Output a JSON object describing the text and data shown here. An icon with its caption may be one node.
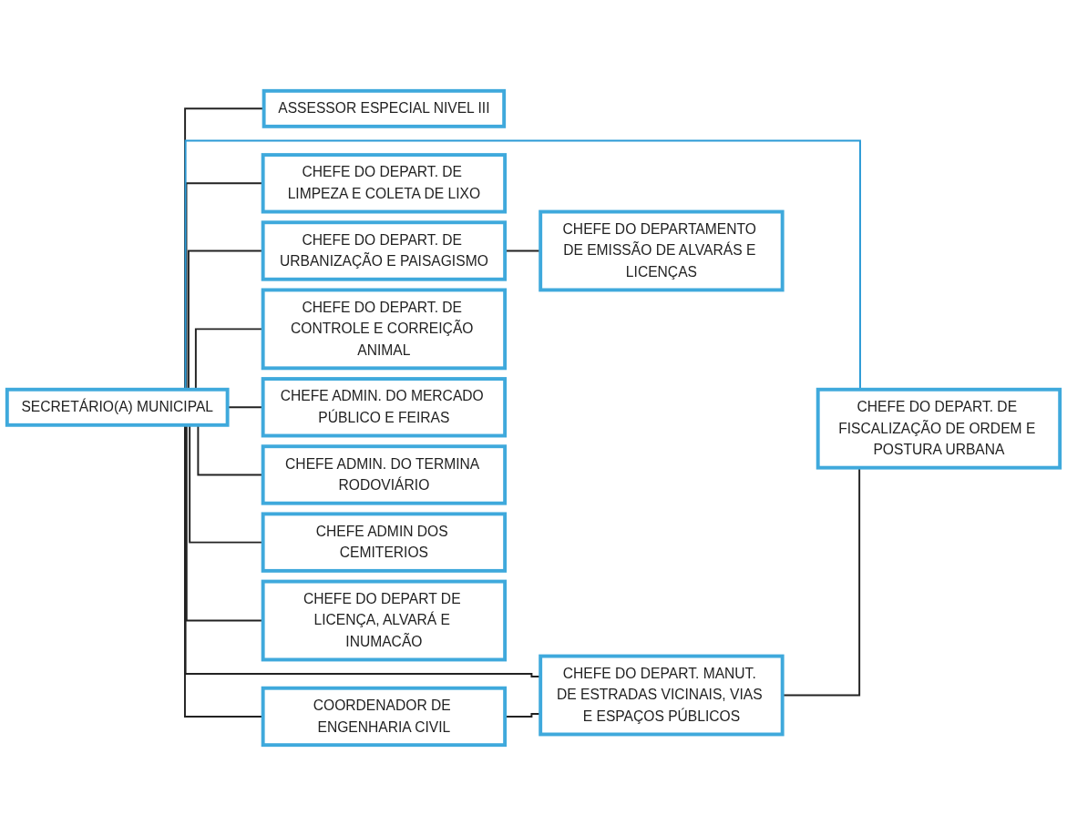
{
  "diagram": {
    "nodes": [
      {
        "text": [
          "SECRETÁRIO(A) MUNICIPAL"
        ]
      },
      {
        "text": [
          "ASSESSOR ESPECIAL NIVEL III"
        ]
      },
      {
        "text": [
          "COORDENADOR DE ENGENHARIA CIVIL"
        ]
      },
      {
        "text": [
          "CHEFE DO DEPART. DE LIMPEZA E COLETA DE LIXO"
        ]
      },
      {
        "text": [
          "CHEFE DO DEPART. MANUT. DE ESTRADAS VICINAIS, VIAS E ESPAÇOS PÚBLICOS"
        ]
      },
      {
        "text": [
          "CHEFE DO DEPART. DE URBANIZAÇÃO E PAISAGISMO"
        ]
      },
      {
        "text": [
          "CHEFE DO DEPART. DE FISCALIZAÇÃO DE ORDEM E POSTURA URBANA"
        ]
      },
      {
        "text": [
          "CHEFE DO DEPARTAMENTO DE EMISSÃO DE ALVARÁS E LICENÇAS"
        ]
      },
      {
        "text": [
          "CHEFE DO DEPART. DE CONTROLE E CORREIÇÃO ANIMAL"
        ]
      },
      {
        "text": [
          "CHEFE ADMIN. DO MERCADO PÚBLICO E FEIRAS"
        ]
      },
      {
        "text": [
          "CHEFE ADMIN. DO TERMINA RODOVIÁRIO"
        ]
      },
      {
        "text": [
          "CHEFE ADMIN DOS CEMITERIOS"
        ]
      },
      {
        "text": [
          "CHEFE DO DEPART DE LICENÇA, ALVARÁ E INUMACÃO"
        ]
      }
    ],
    "edges": [
      {
        "from": 0,
        "to": 1,
        "arrow": "none"
      },
      {
        "from": 0,
        "to": 2,
        "arrow": "none"
      },
      {
        "from": 0,
        "to": 3,
        "arrow": "none"
      },
      {
        "from": 0,
        "to": 4,
        "arrow": "none"
      },
      {
        "from": 0,
        "to": 5,
        "arrow": "none"
      },
      {
        "from": 0,
        "to": 6,
        "arrow": "none",
        "color": "#2a9ad6"
      },
      {
        "from": 0,
        "to": 8,
        "arrow": "none"
      },
      {
        "from": 0,
        "to": 9,
        "arrow": "none"
      },
      {
        "from": 0,
        "to": 10,
        "arrow": "none"
      },
      {
        "from": 0,
        "to": 11,
        "arrow": "none"
      },
      {
        "from": 0,
        "to": 12,
        "arrow": "none"
      },
      {
        "from": 2,
        "to": 4,
        "arrow": "none"
      },
      {
        "from": 4,
        "to": 6,
        "arrow": "none"
      },
      {
        "from": 5,
        "to": 7,
        "arrow": "none"
      }
    ]
  }
}
